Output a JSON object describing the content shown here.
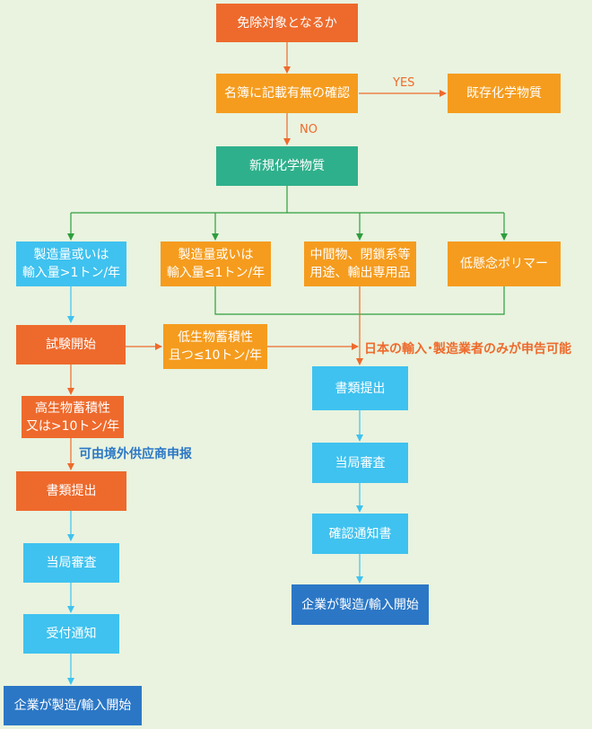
{
  "nodes": {
    "start": "免除対象となるか",
    "check_registry": "名簿に記載有無の確認",
    "existing": "既存化学物質",
    "new_substance": "新規化学物質",
    "over_1t": [
      "製造量或いは",
      "輸入量>1トン/年"
    ],
    "under_1t": [
      "製造量或いは",
      "輸入量≤1トン/年"
    ],
    "intermediate": [
      "中間物、閉鎖系等",
      "用途、輸出専用品"
    ],
    "low_concern": "低懸念ポリマー",
    "test_start": "試験開始",
    "low_bioaccum": [
      "低生物蓄積性",
      "且つ≤10トン/年"
    ],
    "high_bioaccum": [
      "高生物蓄積性",
      "又は>10トン/年"
    ],
    "doc_submit_left": "書類提出",
    "review_left": "当局審査",
    "acceptance": "受付通知",
    "start_left": "企業が製造/輸入開始",
    "doc_submit_right": "書類提出",
    "review_right": "当局審査",
    "confirmation": "確認通知書",
    "start_right": "企業が製造/輸入開始"
  },
  "labels": {
    "yes": "YES",
    "no": "NO",
    "japan_only": "日本の輸入･製造業者のみが申告可能",
    "overseas": "可由境外供应商申报"
  },
  "colors": {
    "orange": "#ee6a2c",
    "amber": "#f59c1e",
    "green": "#2fb08c",
    "sky": "#3fc2ef",
    "navy": "#2b77c6",
    "connector_orange": "#ee6a2c",
    "connector_green": "#2e9e3e",
    "connector_blue": "#3fc2ef",
    "background": "#e9f3df"
  }
}
